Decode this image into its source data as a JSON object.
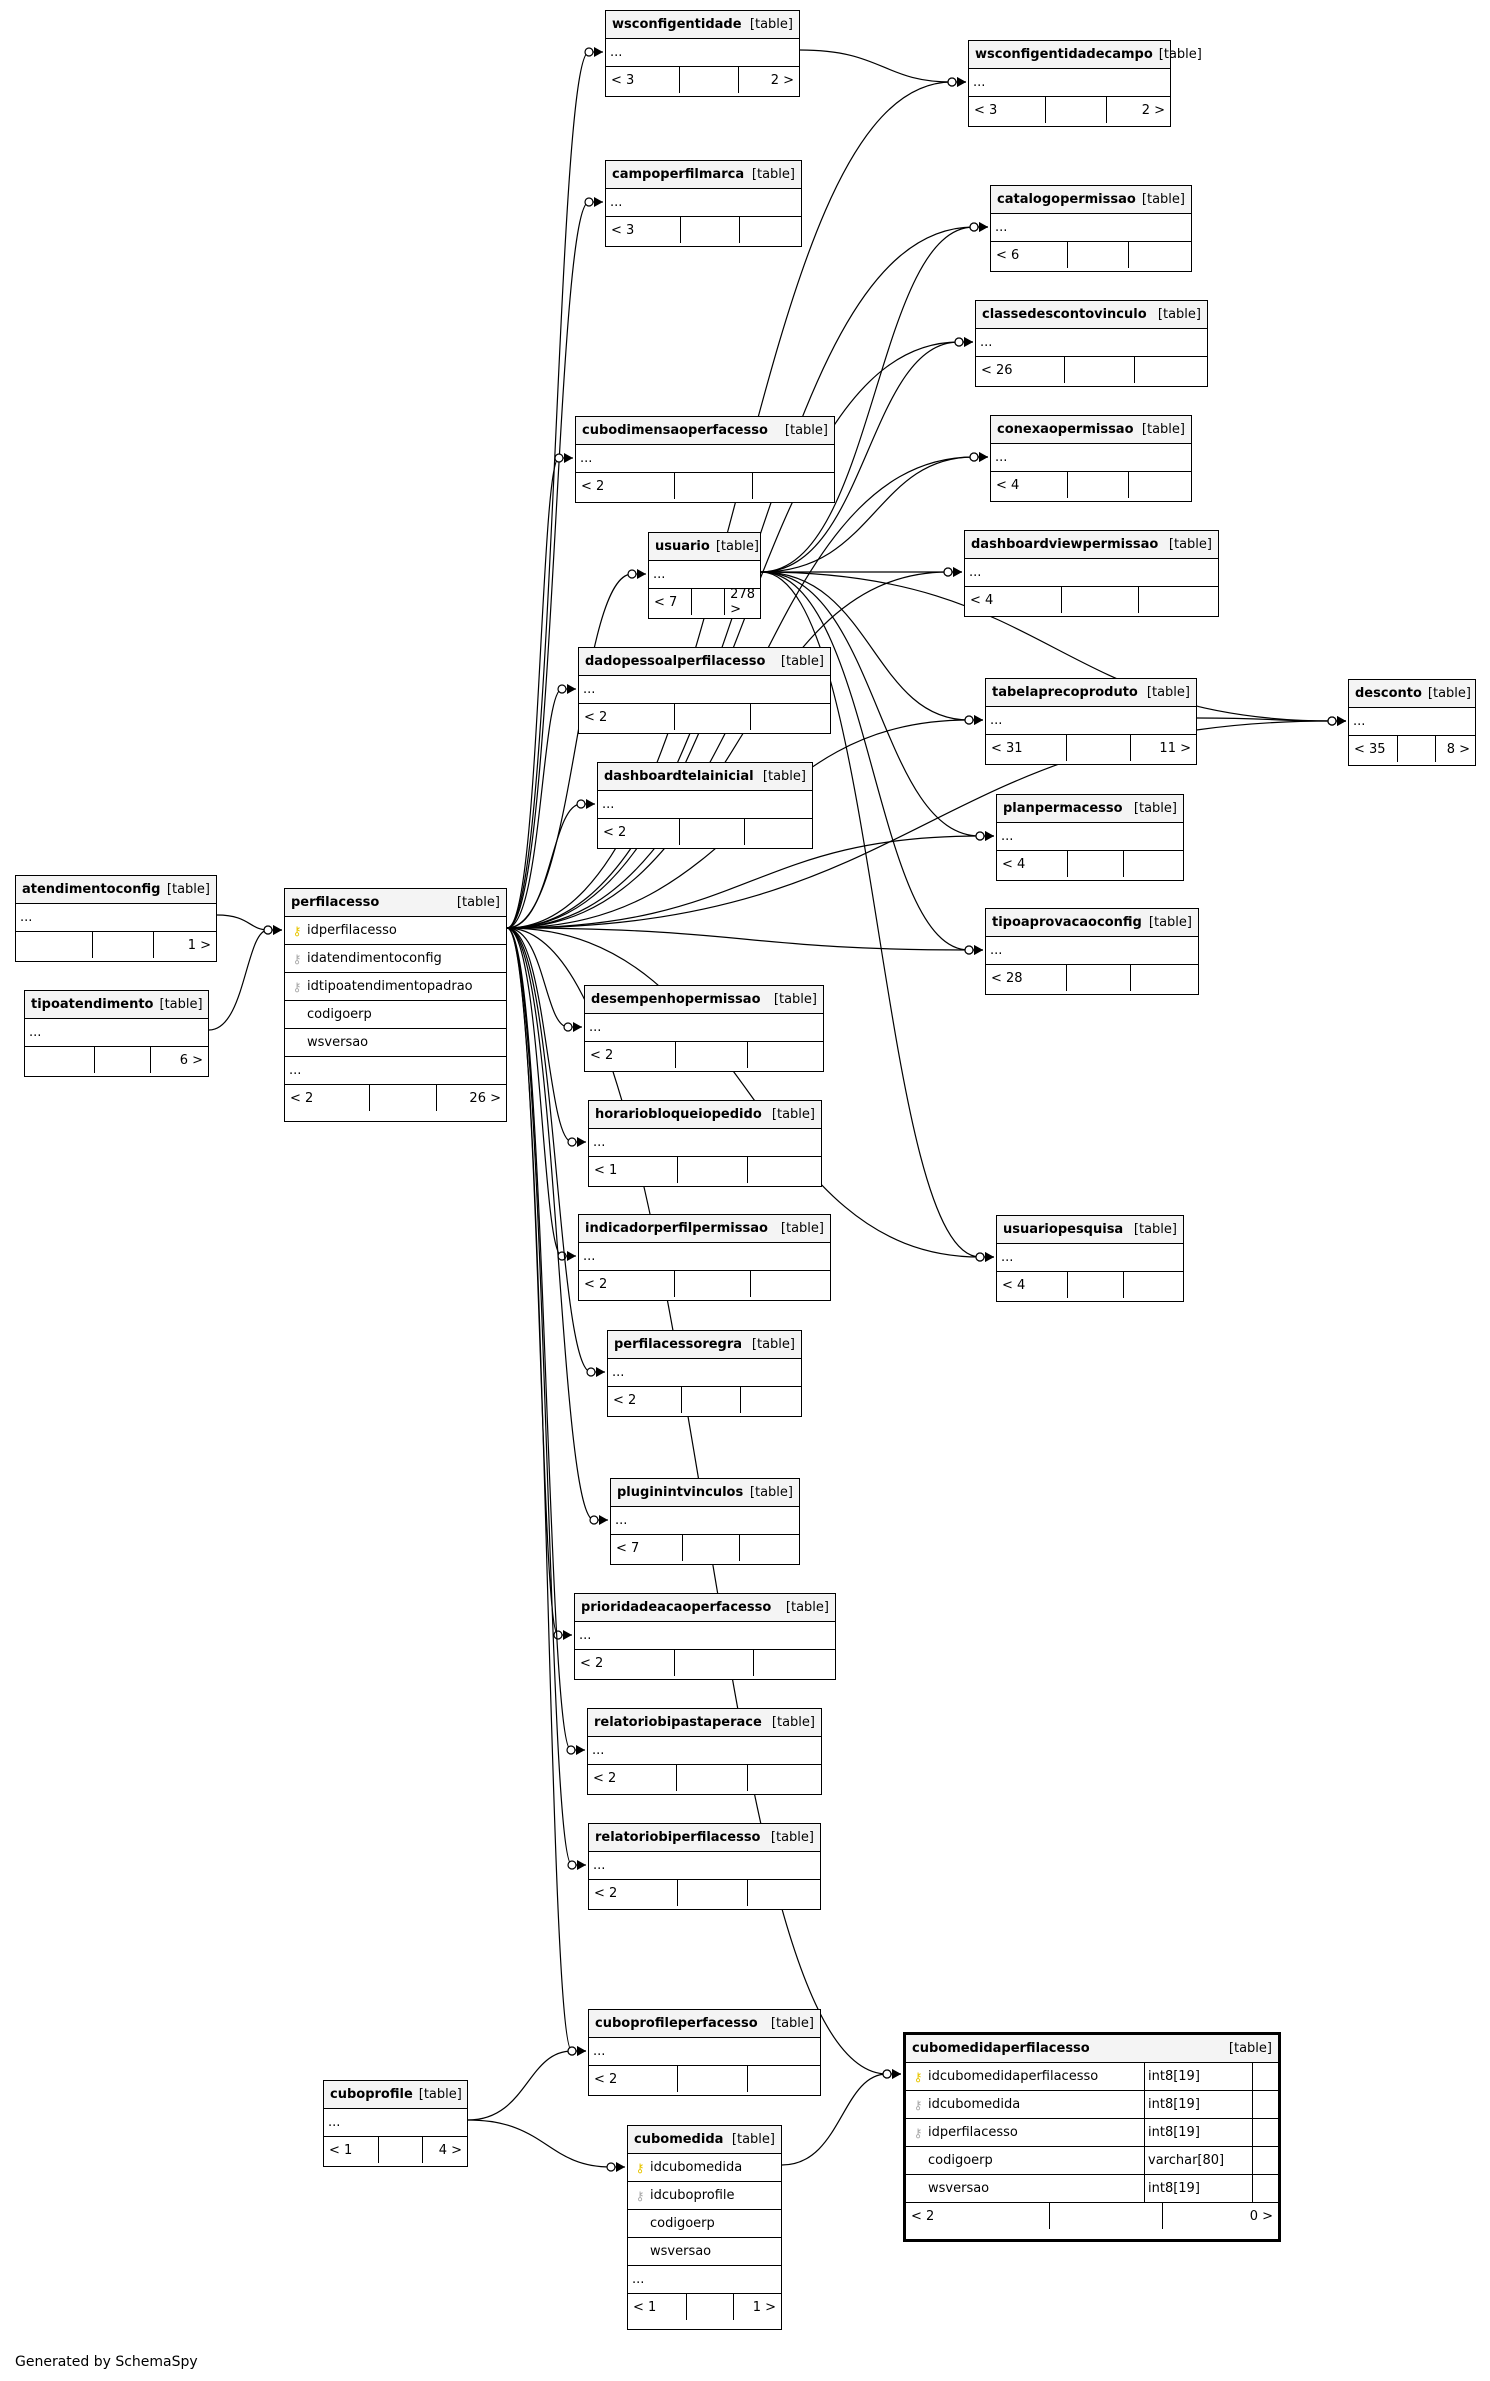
{
  "footer": "Generated by SchemaSpy",
  "type_label": "[table]",
  "tables": [
    {
      "id": "wsconfigentidade",
      "name": "wsconfigentidade",
      "rows": [
        "..."
      ],
      "footer": [
        "< 3",
        "",
        "2 >"
      ]
    },
    {
      "id": "wsconfigentidadecampo",
      "name": "wsconfigentidadecampo",
      "rows": [
        "..."
      ],
      "footer": [
        "< 3",
        "",
        "2 >"
      ]
    },
    {
      "id": "campoperfilmarca",
      "name": "campoperfilmarca",
      "rows": [
        "..."
      ],
      "footer": [
        "< 3",
        "",
        ""
      ]
    },
    {
      "id": "catalogopermissao",
      "name": "catalogopermissao",
      "rows": [
        "..."
      ],
      "footer": [
        "< 6",
        "",
        ""
      ]
    },
    {
      "id": "classedescontovinculo",
      "name": "classedescontovinculo",
      "rows": [
        "..."
      ],
      "footer": [
        "< 26",
        "",
        ""
      ]
    },
    {
      "id": "conexaopermissao",
      "name": "conexaopermissao",
      "rows": [
        "..."
      ],
      "footer": [
        "< 4",
        "",
        ""
      ]
    },
    {
      "id": "cubodimensaoperfacesso",
      "name": "cubodimensaoperfacesso",
      "rows": [
        "..."
      ],
      "footer": [
        "< 2",
        "",
        ""
      ]
    },
    {
      "id": "dashboardviewpermissao",
      "name": "dashboardviewpermissao",
      "rows": [
        "..."
      ],
      "footer": [
        "< 4",
        "",
        ""
      ]
    },
    {
      "id": "usuario",
      "name": "usuario",
      "rows": [
        "..."
      ],
      "footer": [
        "< 7",
        "",
        "278 >"
      ]
    },
    {
      "id": "dadopessoalperfilacesso",
      "name": "dadopessoalperfilacesso",
      "rows": [
        "..."
      ],
      "footer": [
        "< 2",
        "",
        ""
      ]
    },
    {
      "id": "tabelaprecoproduto",
      "name": "tabelaprecoproduto",
      "rows": [
        "..."
      ],
      "footer": [
        "< 31",
        "",
        "11 >"
      ]
    },
    {
      "id": "desconto",
      "name": "desconto",
      "rows": [
        "..."
      ],
      "footer": [
        "< 35",
        "",
        "8 >"
      ]
    },
    {
      "id": "dashboardtelainicial",
      "name": "dashboardtelainicial",
      "rows": [
        "..."
      ],
      "footer": [
        "< 2",
        "",
        ""
      ]
    },
    {
      "id": "planpermacesso",
      "name": "planpermacesso",
      "rows": [
        "..."
      ],
      "footer": [
        "< 4",
        "",
        ""
      ]
    },
    {
      "id": "atendimentoconfig",
      "name": "atendimentoconfig",
      "rows": [
        "..."
      ],
      "footer": [
        "",
        "",
        "1 >"
      ]
    },
    {
      "id": "perfilacesso",
      "name": "perfilacesso",
      "rows": [
        {
          "key": "pk",
          "text": "idperfilacesso"
        },
        {
          "key": "fk",
          "text": "idatendimentoconfig"
        },
        {
          "key": "fk",
          "text": "idtipoatendimentopadrao"
        },
        {
          "key": "none",
          "text": "codigoerp"
        },
        {
          "key": "none",
          "text": "wsversao"
        },
        {
          "key": "plain",
          "text": "..."
        }
      ],
      "footer": [
        "< 2",
        "",
        "26 >"
      ]
    },
    {
      "id": "tipoaprovacaoconfig",
      "name": "tipoaprovacaoconfig",
      "rows": [
        "..."
      ],
      "footer": [
        "< 28",
        "",
        ""
      ]
    },
    {
      "id": "tipoatendimento",
      "name": "tipoatendimento",
      "rows": [
        "..."
      ],
      "footer": [
        "",
        "",
        "6 >"
      ]
    },
    {
      "id": "desempenhopermissao",
      "name": "desempenhopermissao",
      "rows": [
        "..."
      ],
      "footer": [
        "< 2",
        "",
        ""
      ]
    },
    {
      "id": "horariobloqueiopedido",
      "name": "horariobloqueiopedido",
      "rows": [
        "..."
      ],
      "footer": [
        "< 1",
        "",
        ""
      ]
    },
    {
      "id": "indicadorperfilpermissao",
      "name": "indicadorperfilpermissao",
      "rows": [
        "..."
      ],
      "footer": [
        "< 2",
        "",
        ""
      ]
    },
    {
      "id": "usuariopesquisa",
      "name": "usuariopesquisa",
      "rows": [
        "..."
      ],
      "footer": [
        "< 4",
        "",
        ""
      ]
    },
    {
      "id": "perfilacessoregra",
      "name": "perfilacessoregra",
      "rows": [
        "..."
      ],
      "footer": [
        "< 2",
        "",
        ""
      ]
    },
    {
      "id": "pluginintvinculos",
      "name": "pluginintvinculos",
      "rows": [
        "..."
      ],
      "footer": [
        "< 7",
        "",
        ""
      ]
    },
    {
      "id": "prioridadeacaoperfacesso",
      "name": "prioridadeacaoperfacesso",
      "rows": [
        "..."
      ],
      "footer": [
        "< 2",
        "",
        ""
      ]
    },
    {
      "id": "relatoriobipastaperace",
      "name": "relatoriobipastaperace",
      "rows": [
        "..."
      ],
      "footer": [
        "< 2",
        "",
        ""
      ]
    },
    {
      "id": "relatoriobiperfilacesso",
      "name": "relatoriobiperfilacesso",
      "rows": [
        "..."
      ],
      "footer": [
        "< 2",
        "",
        ""
      ]
    },
    {
      "id": "cuboprofileperfacesso",
      "name": "cuboprofileperfacesso",
      "rows": [
        "..."
      ],
      "footer": [
        "< 2",
        "",
        ""
      ]
    },
    {
      "id": "cuboprofile",
      "name": "cuboprofile",
      "rows": [
        "..."
      ],
      "footer": [
        "< 1",
        "",
        "4 >"
      ]
    },
    {
      "id": "cubomedida",
      "name": "cubomedida",
      "rows": [
        {
          "key": "pk",
          "text": "idcubomedida"
        },
        {
          "key": "fk",
          "text": "idcuboprofile"
        },
        {
          "key": "none",
          "text": "codigoerp"
        },
        {
          "key": "none",
          "text": "wsversao"
        },
        {
          "key": "plain",
          "text": "..."
        }
      ],
      "footer": [
        "< 1",
        "",
        "1 >"
      ]
    },
    {
      "id": "cubomedidaperfilacesso",
      "name": "cubomedidaperfilacesso",
      "focus": true,
      "rows": [
        {
          "key": "pk",
          "text": "idcubomedidaperfilacesso",
          "type": "int8[19]"
        },
        {
          "key": "fk",
          "text": "idcubomedida",
          "type": "int8[19]"
        },
        {
          "key": "fk",
          "text": "idperfilacesso",
          "type": "int8[19]"
        },
        {
          "key": "none",
          "text": "codigoerp",
          "type": "varchar[80]"
        },
        {
          "key": "none",
          "text": "wsversao",
          "type": "int8[19]"
        }
      ],
      "footer": [
        "< 2",
        "",
        "0 >"
      ]
    }
  ],
  "relationships": [
    [
      "perfilacesso",
      "wsconfigentidade"
    ],
    [
      "perfilacesso",
      "campoperfilmarca"
    ],
    [
      "perfilacesso",
      "cubodimensaoperfacesso"
    ],
    [
      "perfilacesso",
      "usuario"
    ],
    [
      "perfilacesso",
      "dadopessoalperfilacesso"
    ],
    [
      "perfilacesso",
      "dashboardtelainicial"
    ],
    [
      "perfilacesso",
      "desempenhopermissao"
    ],
    [
      "perfilacesso",
      "horariobloqueiopedido"
    ],
    [
      "perfilacesso",
      "indicadorperfilpermissao"
    ],
    [
      "perfilacesso",
      "perfilacessoregra"
    ],
    [
      "perfilacesso",
      "pluginintvinculos"
    ],
    [
      "perfilacesso",
      "prioridadeacaoperfacesso"
    ],
    [
      "perfilacesso",
      "relatoriobipastaperace"
    ],
    [
      "perfilacesso",
      "relatoriobiperfilacesso"
    ],
    [
      "perfilacesso",
      "cuboprofileperfacesso"
    ],
    [
      "perfilacesso",
      "cubomedidaperfilacesso"
    ],
    [
      "perfilacesso",
      "wsconfigentidadecampo"
    ],
    [
      "perfilacesso",
      "catalogopermissao"
    ],
    [
      "perfilacesso",
      "classedescontovinculo"
    ],
    [
      "perfilacesso",
      "conexaopermissao"
    ],
    [
      "perfilacesso",
      "dashboardviewpermissao"
    ],
    [
      "perfilacesso",
      "tabelaprecoproduto"
    ],
    [
      "perfilacesso",
      "planpermacesso"
    ],
    [
      "perfilacesso",
      "tipoaprovacaoconfig"
    ],
    [
      "perfilacesso",
      "usuariopesquisa"
    ],
    [
      "perfilacesso",
      "desconto"
    ],
    [
      "wsconfigentidade",
      "wsconfigentidadecampo"
    ],
    [
      "usuario",
      "catalogopermissao"
    ],
    [
      "usuario",
      "classedescontovinculo"
    ],
    [
      "usuario",
      "conexaopermissao"
    ],
    [
      "usuario",
      "dashboardviewpermissao"
    ],
    [
      "usuario",
      "tabelaprecoproduto"
    ],
    [
      "usuario",
      "planpermacesso"
    ],
    [
      "usuario",
      "tipoaprovacaoconfig"
    ],
    [
      "usuario",
      "usuariopesquisa"
    ],
    [
      "usuario",
      "desconto"
    ],
    [
      "tabelaprecoproduto",
      "desconto"
    ],
    [
      "atendimentoconfig",
      "perfilacesso"
    ],
    [
      "tipoatendimento",
      "perfilacesso"
    ],
    [
      "cuboprofile",
      "cuboprofileperfacesso"
    ],
    [
      "cuboprofile",
      "cubomedida"
    ],
    [
      "cubomedida",
      "cubomedidaperfilacesso"
    ]
  ]
}
